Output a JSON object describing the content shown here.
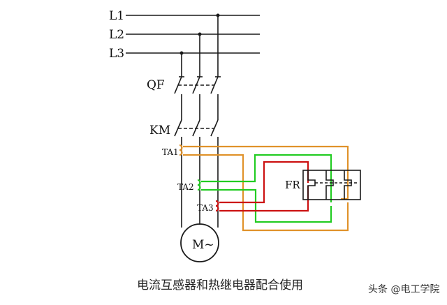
{
  "labels": {
    "l1": "L1",
    "l2": "L2",
    "l3": "L3",
    "qf": "QF",
    "km": "KM",
    "ta1": "TA1",
    "ta2": "TA2",
    "ta3": "TA3",
    "fr": "FR",
    "motor": "M~"
  },
  "caption": "电流互感器和热继电器配合使用",
  "watermark": "头条 @电工学院",
  "colors": {
    "wire": "#1a1a1a",
    "ta1": "#e0922a",
    "ta2": "#22cc22",
    "ta3": "#cc1111"
  }
}
